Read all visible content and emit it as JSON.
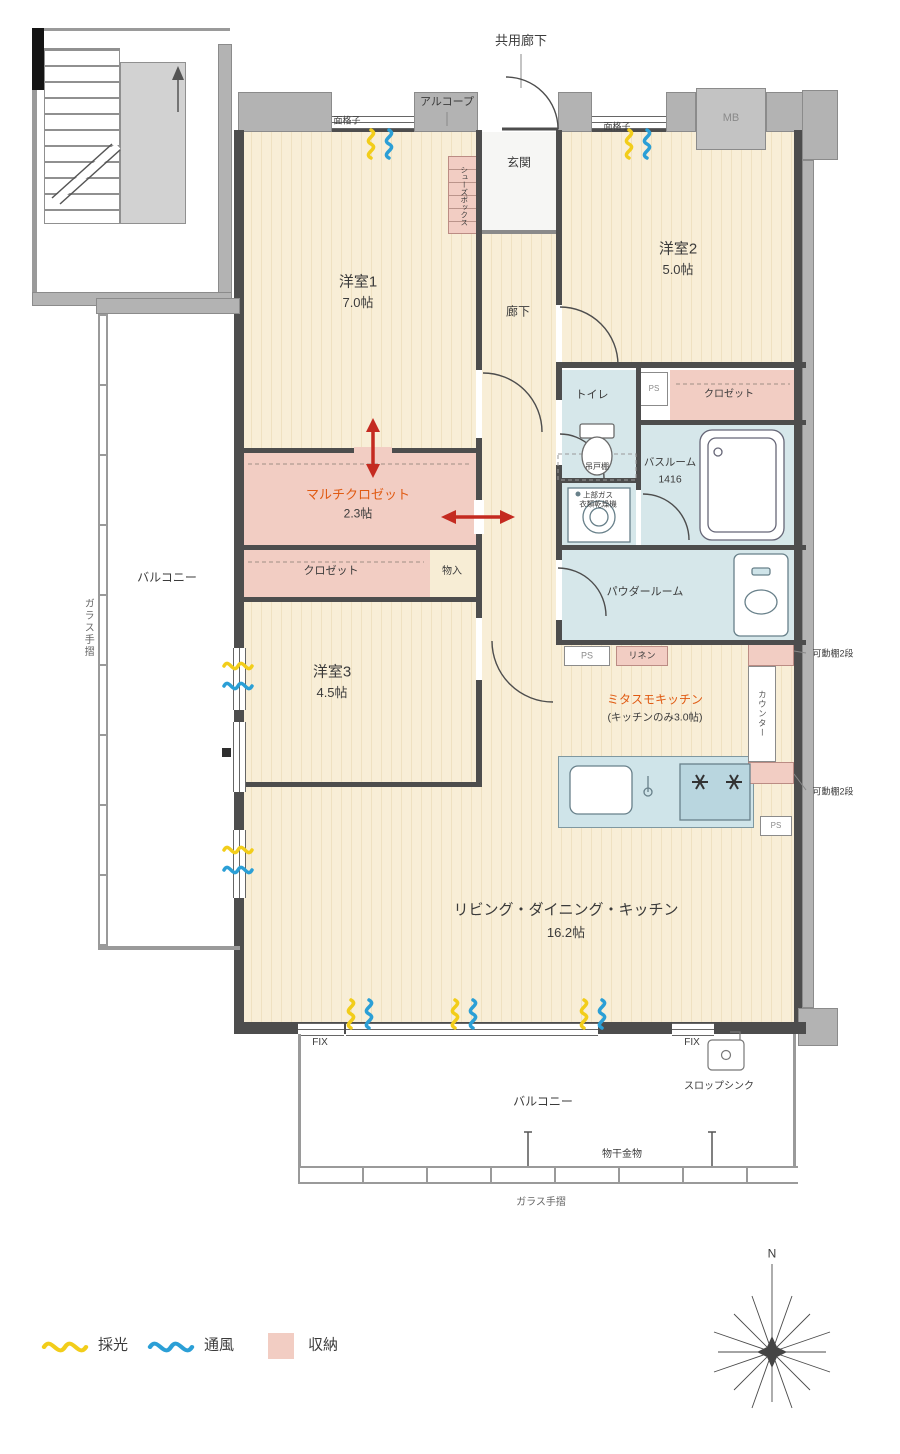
{
  "header": {
    "kyoyo_roka": "共用廊下",
    "alcove": "アルコープ",
    "mengoshi_left": "面格子",
    "mengoshi_right": "面格子",
    "mb": "MB"
  },
  "entrance": {
    "genkan": "玄関",
    "shoes_box": "シューズボックス",
    "roka": "廊下"
  },
  "rooms": {
    "yoshitsu1_name": "洋室1",
    "yoshitsu1_size": "7.0帖",
    "yoshitsu2_name": "洋室2",
    "yoshitsu2_size": "5.0帖",
    "yoshitsu3_name": "洋室3",
    "yoshitsu3_size": "4.5帖",
    "ldk_name": "リビング・ダイニング・キッチン",
    "ldk_size": "16.2帖",
    "kitchen_name": "ミタスモキッチン",
    "kitchen_size": "(キッチンのみ3.0帖)"
  },
  "wet": {
    "toilet": "トイレ",
    "bathroom_name": "バスルーム",
    "bathroom_size": "1416",
    "powder_room": "パウダールーム",
    "tsuridana": "吊戸棚",
    "dryer_line1": "上部ガス",
    "dryer_line2": "衣類乾燥機"
  },
  "storage": {
    "multi_closet_name": "マルチクロゼット",
    "multi_closet_size": "2.3帖",
    "closet_right": "クロゼット",
    "closet_left": "クロゼット",
    "mono_ire": "物入",
    "linen": "リネン",
    "counter": "カウンター",
    "shelf_top": "可動棚2段",
    "shelf_bottom": "可動棚2段",
    "ps_top": "PS",
    "ps_mid": "PS",
    "ps_bottom": "PS"
  },
  "balcony": {
    "left_label": "バルコニー",
    "bottom_label": "バルコニー",
    "glass_left": "ガラス手摺",
    "glass_bottom": "ガラス手摺",
    "monohoshi": "物干金物",
    "slop_sink": "スロップシンク",
    "fix_left": "FIX",
    "fix_right": "FIX"
  },
  "legend": {
    "daylight": "採光",
    "ventilation": "通風",
    "storage": "収納"
  },
  "compass": {
    "north": "N"
  },
  "colors": {
    "accent_orange": "#e05a12",
    "daylight_yellow": "#f2cd1a",
    "ventilation_blue": "#2b9fd6",
    "storage_pink": "#f2cdc3"
  }
}
